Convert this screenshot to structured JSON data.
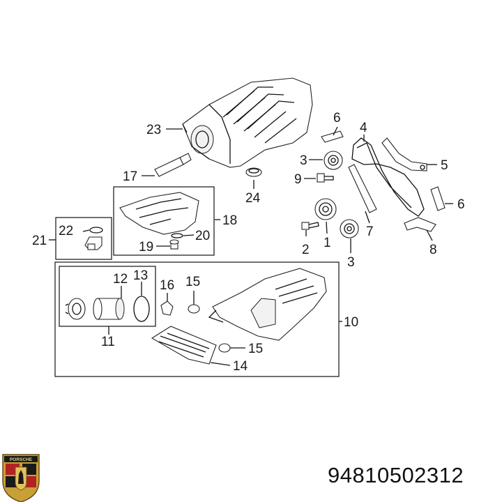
{
  "part_number": "94810502312",
  "crest_text": "PORSCHE",
  "callouts": {
    "c1": "1",
    "c2": "2",
    "c3a": "3",
    "c3b": "3",
    "c4": "4",
    "c5": "5",
    "c6a": "6",
    "c6b": "6",
    "c7": "7",
    "c8": "8",
    "c9": "9",
    "c10": "10",
    "c11": "11",
    "c12": "12",
    "c13": "13",
    "c14": "14",
    "c15a": "15",
    "c15b": "15",
    "c16": "16",
    "c17": "17",
    "c18": "18",
    "c19": "19",
    "c20": "20",
    "c21": "21",
    "c22": "22",
    "c23": "23",
    "c24": "24"
  }
}
